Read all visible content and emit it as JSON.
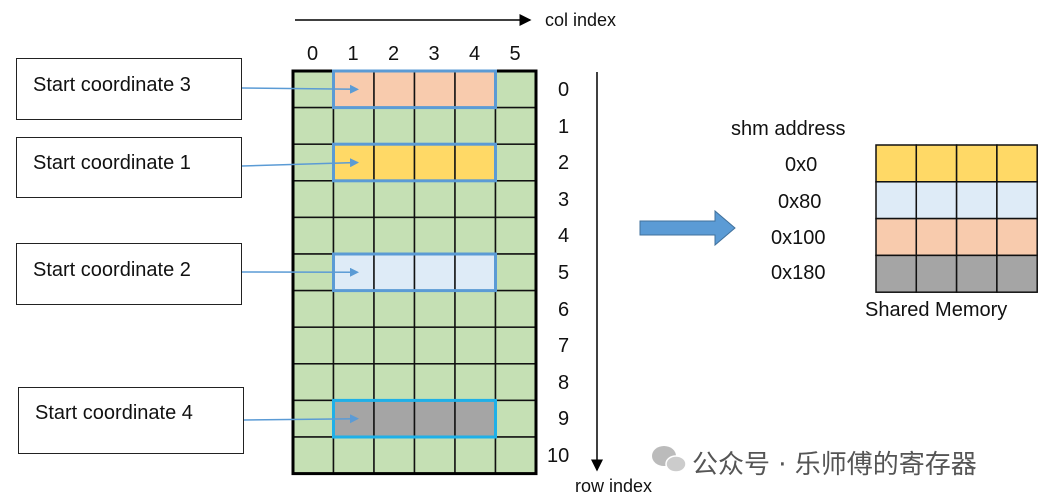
{
  "col_axis_label": "col index",
  "row_axis_label": "row index",
  "col_indices": [
    "0",
    "1",
    "2",
    "3",
    "4",
    "5"
  ],
  "row_indices": [
    "0",
    "1",
    "2",
    "3",
    "4",
    "5",
    "6",
    "7",
    "8",
    "9",
    "10"
  ],
  "start_boxes": [
    {
      "label": "Start coordinate 3",
      "row": 0,
      "color": "#f8cbad"
    },
    {
      "label": "Start coordinate 1",
      "row": 2,
      "color": "#ffd966"
    },
    {
      "label": "Start coordinate 2",
      "row": 5,
      "color": "#deebf7"
    },
    {
      "label": "Start coordinate 4",
      "row": 9,
      "color": "#a5a5a5"
    }
  ],
  "tile_cols": [
    1,
    4
  ],
  "grid_color": "#c5e0b4",
  "shm": {
    "title": "shm address",
    "addresses": [
      "0x0",
      "0x80",
      "0x100",
      "0x180"
    ],
    "row_colors": [
      "#ffd966",
      "#deebf7",
      "#f8cbad",
      "#a5a5a5"
    ],
    "caption": "Shared Memory"
  },
  "watermark": "公众号 · 乐师傅的寄存器"
}
